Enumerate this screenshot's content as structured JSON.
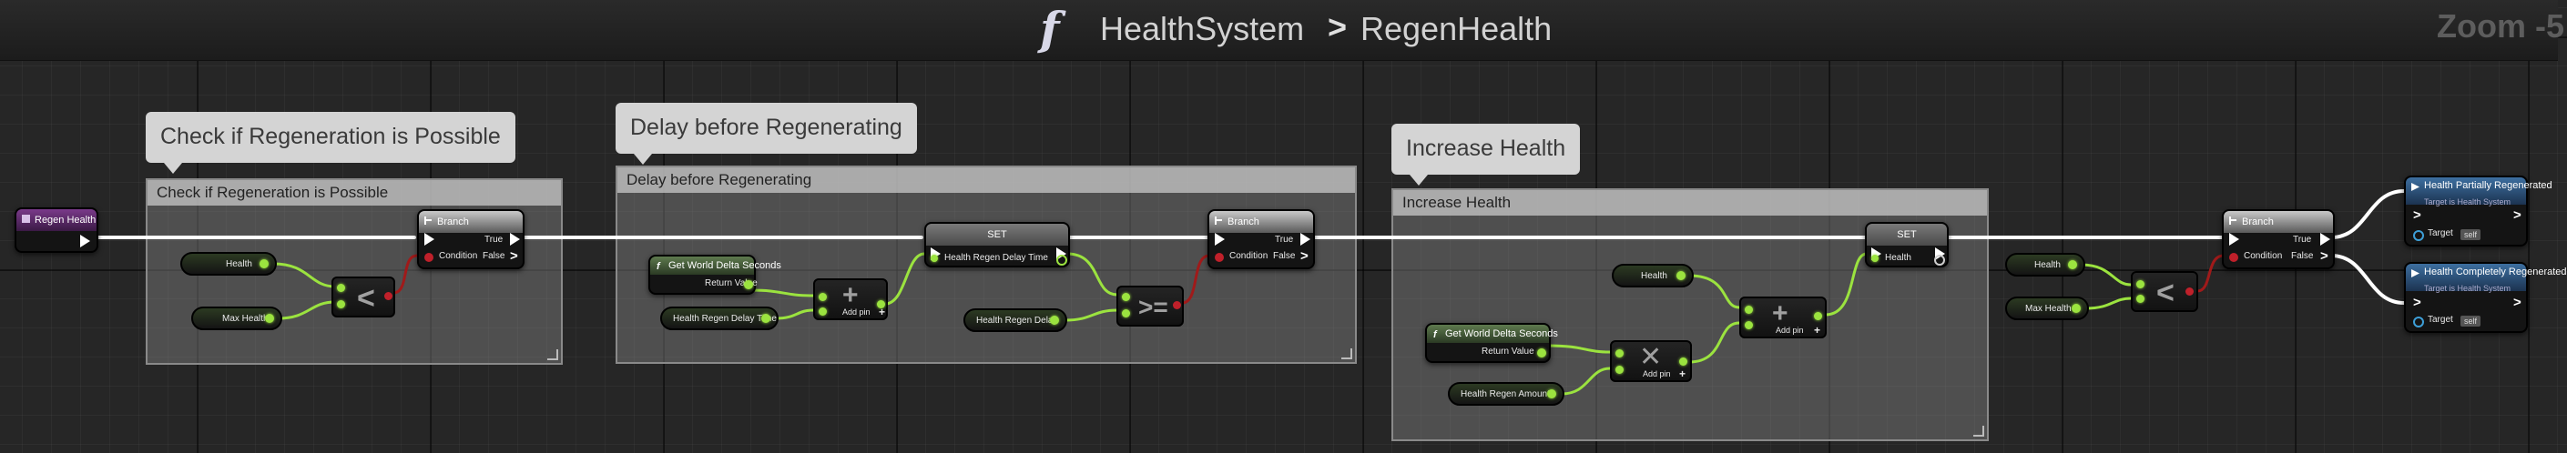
{
  "header": {
    "function_icon": "f",
    "breadcrumb_parent": "HealthSystem",
    "breadcrumb_separator": ">",
    "breadcrumb_current": "RegenHealth",
    "zoom": "Zoom -5"
  },
  "comments": [
    {
      "bubble": "Check if Regeneration is Possible",
      "title": "Check if Regeneration is Possible"
    },
    {
      "bubble": "Delay before Regenerating",
      "title": "Delay before Regenerating"
    },
    {
      "bubble": "Increase Health",
      "title": "Increase Health"
    }
  ],
  "nodes": {
    "entry": {
      "title": "Regen Health"
    },
    "branch": {
      "title": "Branch",
      "condition": "Condition",
      "true": "True",
      "false": "False"
    },
    "set": {
      "title": "SET"
    },
    "get_delta": {
      "title": "Get World Delta Seconds",
      "return": "Return Value"
    },
    "add": {
      "label": "Add pin"
    },
    "vars": {
      "health": "Health",
      "max_health": "Max Health",
      "regen_delay_time": "Health Regen Delay Time",
      "regen_delay": "Health Regen Delay",
      "regen_amount": "Health Regen Amount"
    },
    "set_delay_pin": "Health Regen Delay Time",
    "set_health_pin": "Health",
    "call_partial": {
      "title": "Health Partially Regenerated",
      "sub": "Target is Health System",
      "target": "Target",
      "self": "self"
    },
    "call_complete": {
      "title": "Health Completely Regenerated",
      "sub": "Target is Health System",
      "target": "Target",
      "self": "self"
    }
  },
  "colors": {
    "exec_wire": "#ffffff",
    "float_wire": "#9be33f",
    "bool_wire": "#a01a1a",
    "comment_bubble": "#d4d4d4"
  }
}
